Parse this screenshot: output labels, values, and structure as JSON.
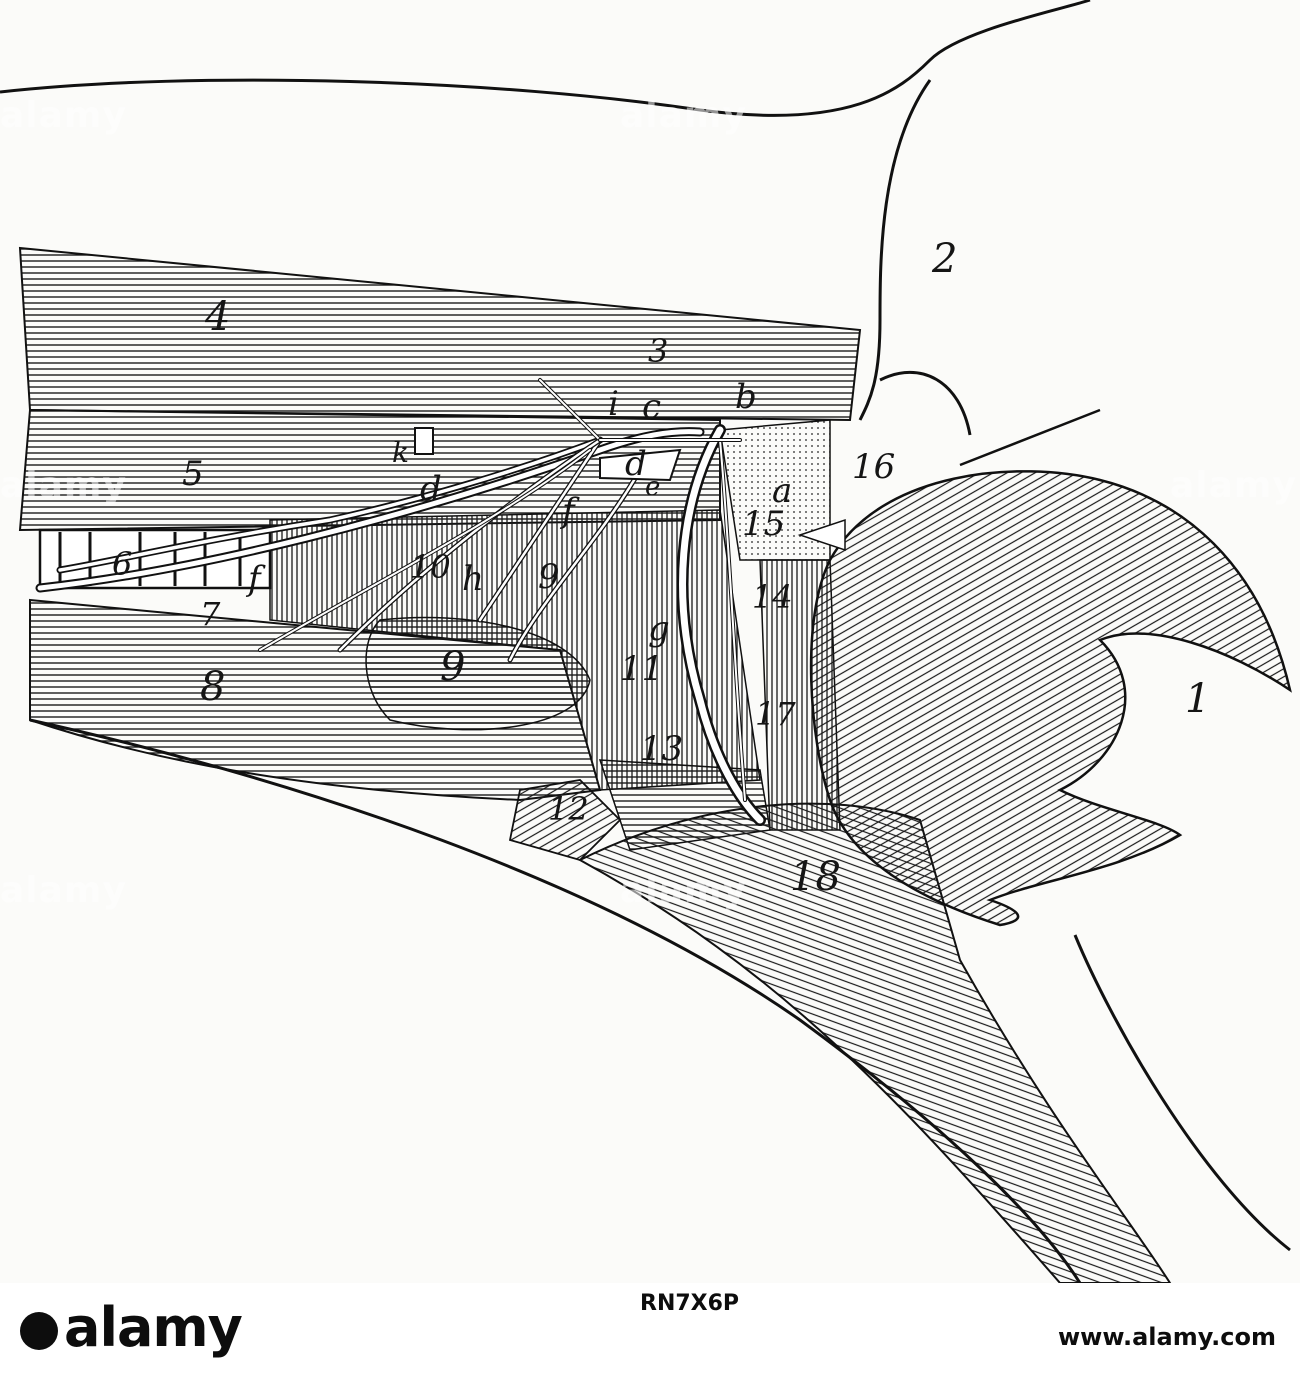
{
  "figure": {
    "numeric_labels": [
      "1",
      "2",
      "3",
      "4",
      "5",
      "6",
      "7",
      "8",
      "9",
      "9",
      "10",
      "11",
      "12",
      "13",
      "14",
      "15",
      "16",
      "17",
      "18"
    ],
    "letter_labels": [
      "a",
      "b",
      "c",
      "d",
      "d",
      "e",
      "f",
      "f",
      "g",
      "h",
      "i",
      "k"
    ]
  },
  "watermark": {
    "text": "alamy"
  },
  "footer": {
    "brand": "alamy",
    "image_id": "RN7X6P",
    "url": "www.alamy.com"
  },
  "colors": {
    "ink": "#151515",
    "paper": "#fbfbf9",
    "footer_bg": "#ffffff"
  }
}
